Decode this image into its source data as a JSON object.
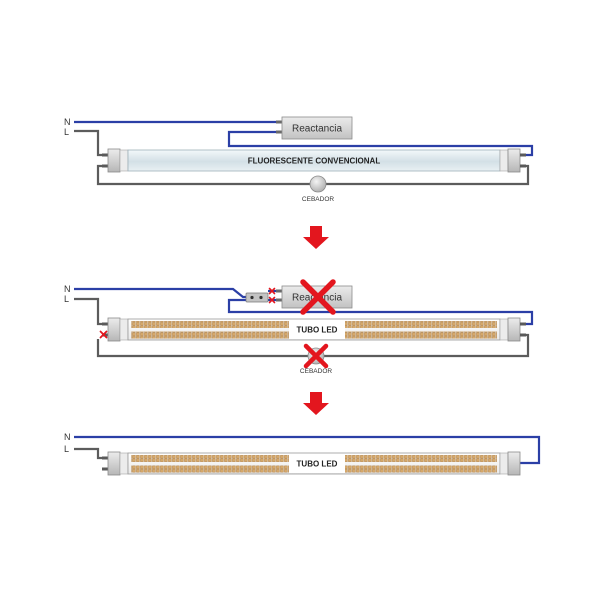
{
  "diagrams": [
    {
      "neutral_label": "N",
      "live_label": "L",
      "ballast_label": "Reactancia",
      "tube_label": "FLUORESCENTE CONVENCIONAL",
      "starter_label": "CEBADOR"
    },
    {
      "neutral_label": "N",
      "live_label": "L",
      "ballast_label": "Reactancia",
      "ballast_crossed_out": true,
      "tube_label": "TUBO LED",
      "starter_label": "CEBADOR",
      "starter_crossed_out": true
    },
    {
      "neutral_label": "N",
      "live_label": "L",
      "tube_label": "TUBO LED"
    }
  ],
  "icons": [
    "down-arrow-icon",
    "cross-icon"
  ],
  "colors": {
    "neutral_wire": "#2b3fa6",
    "live_wire": "#5c5c5c",
    "cross_mark": "#e3161e",
    "arrow": "#e3161e",
    "led": "#d6a96b"
  }
}
